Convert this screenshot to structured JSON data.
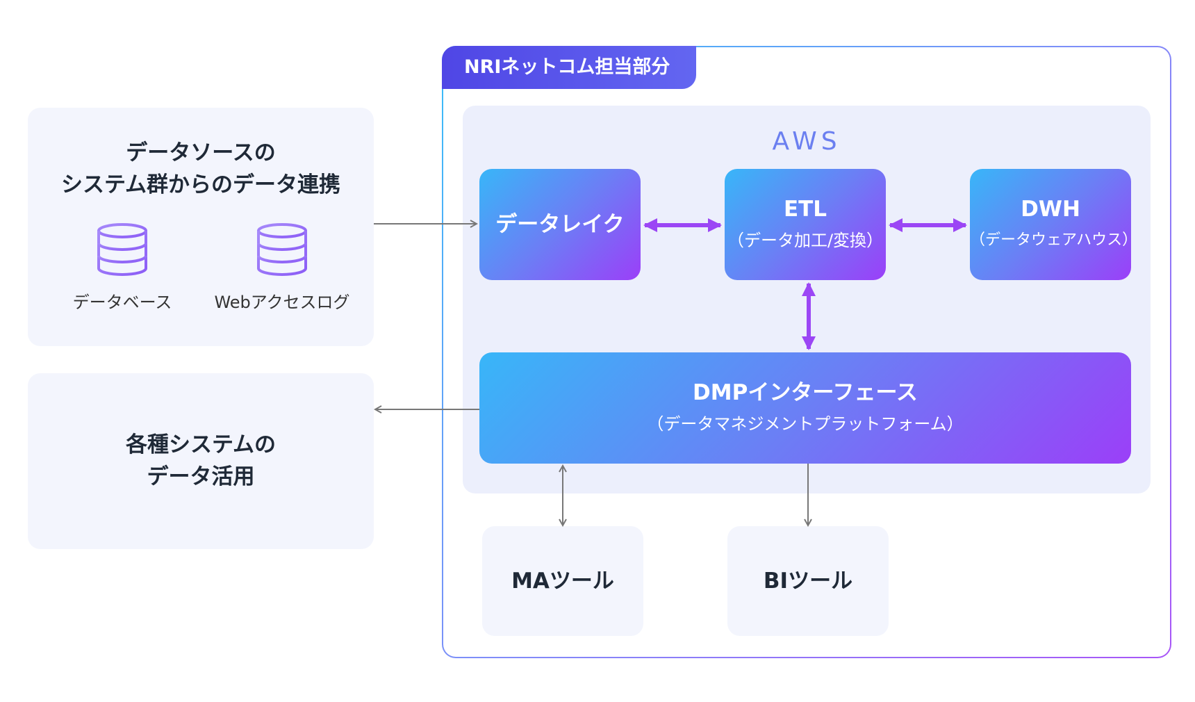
{
  "sources_panel": {
    "title_line1": "データソースの",
    "title_line2": "システム群からのデータ連携",
    "items": [
      {
        "label": "データベース",
        "icon": "database-icon"
      },
      {
        "label": "Webアクセスログ",
        "icon": "database-icon"
      }
    ]
  },
  "usage_panel": {
    "title_line1": "各種システムの",
    "title_line2": "データ活用"
  },
  "nri": {
    "tab_label": "NRIネットコム担当部分"
  },
  "aws": {
    "label": "AWS",
    "datalake": {
      "main": "データレイク"
    },
    "etl": {
      "main": "ETL",
      "sub": "（データ加工/変換）"
    },
    "dwh": {
      "main": "DWH",
      "sub": "（データウェアハウス）"
    },
    "dmp": {
      "main": "DMPインターフェース",
      "sub": "（データマネジメントプラットフォーム）"
    }
  },
  "tools": {
    "ma": "MAツール",
    "bi": "BIツール"
  },
  "colors": {
    "accent_purple": "#9b46f5",
    "gray_line": "#777777",
    "aws_label": "#6b7ff0"
  }
}
